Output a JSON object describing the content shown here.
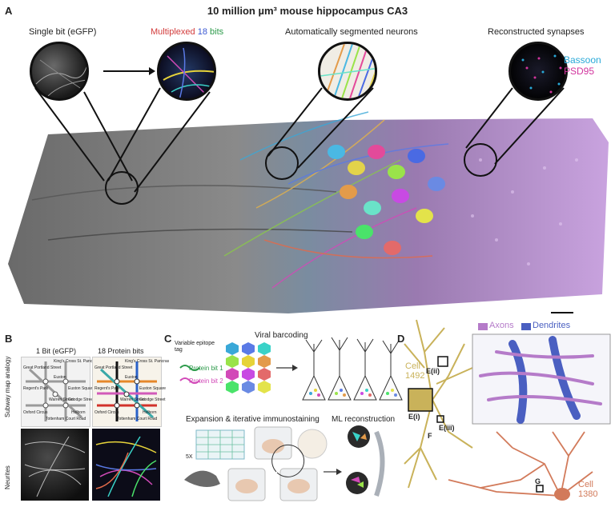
{
  "figure": {
    "panel_a": {
      "letter": "A",
      "title": "10 million µm³ mouse hippocampus CA3",
      "labels": {
        "single_bit": "Single bit (eGFP)",
        "multiplexed_prefix": "Multiplexed",
        "multiplexed_number": "18",
        "multiplexed_suffix": "bits",
        "segmented": "Automatically segmented neurons",
        "synapses": "Reconstructed synapses",
        "bassoon": "Bassoon",
        "psd95": "PSD95"
      },
      "colors": {
        "bassoon": "#29a9d8",
        "psd95": "#d2359e"
      }
    },
    "panel_b": {
      "letter": "B",
      "col1": "1 Bit (eGFP)",
      "col2": "18 Protein bits",
      "row1": "Subway map analogy",
      "row2": "Neurites",
      "map_stations": [
        "King's Cross St. Pancras",
        "Great Portland Street",
        "Euston",
        "Euston Square",
        "Regent's Park",
        "Warren Street",
        "Goodge Street",
        "Oxford Circus",
        "Tottenham Court Road",
        "Holborn"
      ]
    },
    "panel_c": {
      "letter": "C",
      "variable_tag": "Variable epitope tag",
      "protein_bit_1": "Protein bit 1",
      "protein_bit_2": "Protein bit 2",
      "viral": "Viral barcoding",
      "expansion": "Expansion & iterative immunostaining",
      "ml": "ML reconstruction",
      "expansion_factor": "5X"
    },
    "panel_d": {
      "letter": "D",
      "cell_1492": "Cell 1492",
      "cell_1380": "Cell 1380",
      "ei": "E(i)",
      "eii": "E(ii)",
      "eiii": "E(iii)",
      "f": "F",
      "g": "G",
      "axons": "Axons",
      "dendrites": "Dendrites",
      "colors": {
        "axons": "#b57bc9",
        "dendrites": "#4a5fc1",
        "cell1492": "#c9b25a",
        "cell1380": "#d27a5a"
      }
    }
  }
}
